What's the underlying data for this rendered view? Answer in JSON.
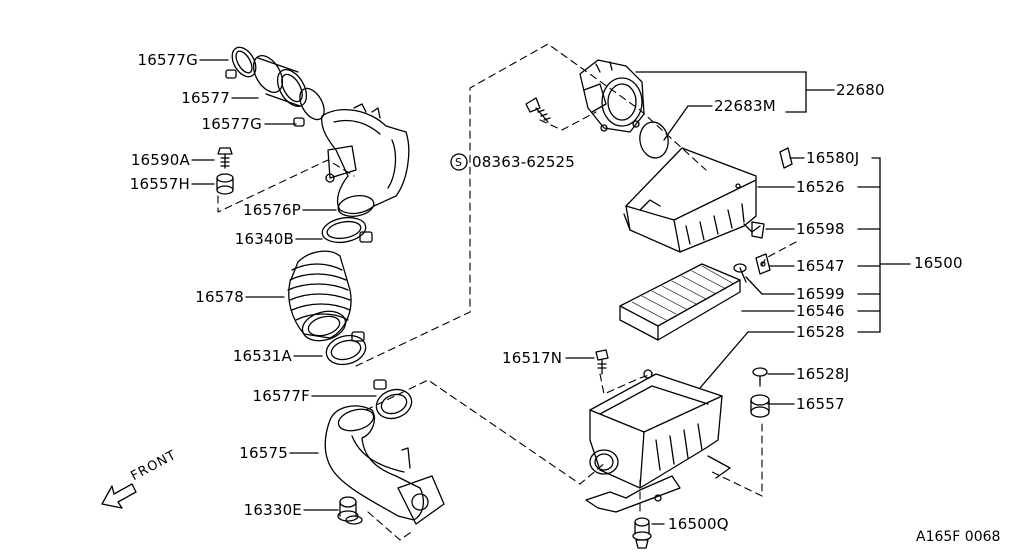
{
  "diagram": {
    "part_labels": {
      "p16577G": "16577G",
      "p16577": "16577",
      "p16577G_2": "16577G",
      "p16590A": "16590A",
      "p16557H": "16557H",
      "p16576P": "16576P",
      "p16340B": "16340B",
      "p16578": "16578",
      "p16531A": "16531A",
      "p16577F": "16577F",
      "p16575": "16575",
      "p16330E": "16330E",
      "p08363": "08363-62525",
      "p22680": "22680",
      "p22683M": "22683M",
      "p16580J": "16580J",
      "p16526": "16526",
      "p16598": "16598",
      "p16547": "16547",
      "p16500": "16500",
      "p16599": "16599",
      "p16546": "16546",
      "p16528": "16528",
      "p16517N": "16517N",
      "p16528J": "16528J",
      "p16557": "16557",
      "p16500Q": "16500Q"
    },
    "screw_symbol": "S",
    "front_label": "FRONT",
    "diagram_code": "A165F 0068"
  }
}
